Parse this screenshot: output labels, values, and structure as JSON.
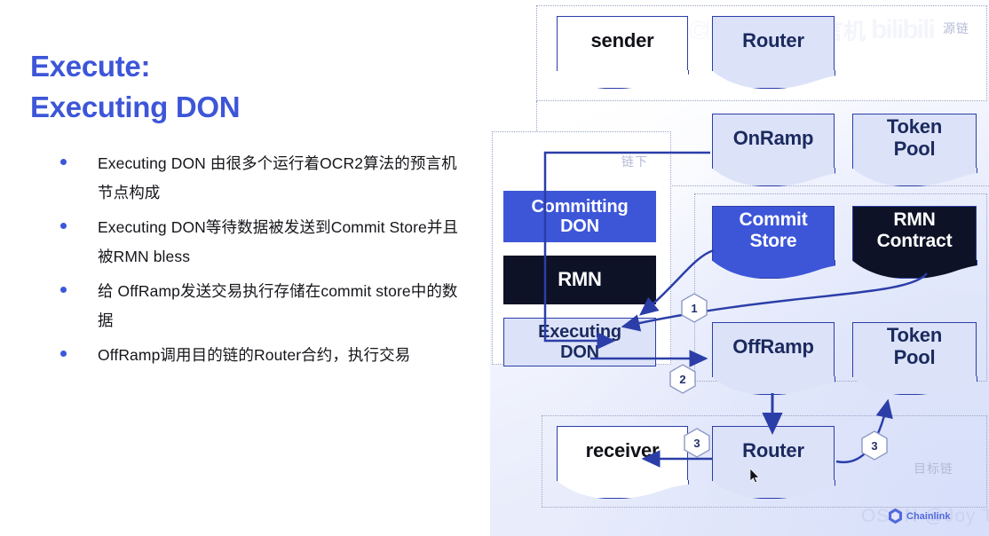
{
  "slide": {
    "title_line1": "Execute:",
    "title_line2": "Executing DON",
    "accent_color": "#3d56d8",
    "bullets": [
      "Executing DON 由很多个运行着OCR2算法的预言机节点构成",
      "Executing DON等待数据被发送到Commit Store并且被RMN bless",
      "给 OffRamp发送交易执行存储在commit store中的数据",
      "OffRamp调用目的链的Router合约，执行交易"
    ]
  },
  "diagram": {
    "regions": {
      "source_chain_label": "源链",
      "offchain_label": "链下",
      "dest_chain_label": "目标链"
    },
    "nodes": {
      "sender": "sender",
      "router_top": "Router",
      "onramp": "OnRamp",
      "token_pool_top": "Token\nPool",
      "committing_don": "Committing\nDON",
      "rmn": "RMN",
      "executing_don": "Executing\nDON",
      "commit_store": "Commit\nStore",
      "rmn_contract": "RMN\nContract",
      "offramp": "OffRamp",
      "token_pool_bottom": "Token\nPool",
      "receiver": "receiver",
      "router_bottom": "Router"
    },
    "node_labels": {
      "sender": "sender",
      "router_top": "Router",
      "onramp": "OnRamp",
      "token_pool_top_l1": "Token",
      "token_pool_top_l2": "Pool",
      "committing_don_l1": "Committing",
      "committing_don_l2": "DON",
      "rmn": "RMN",
      "executing_don_l1": "Executing",
      "executing_don_l2": "DON",
      "commit_store_l1": "Commit",
      "commit_store_l2": "Store",
      "rmn_contract_l1": "RMN",
      "rmn_contract_l2": "Contract",
      "offramp": "OffRamp",
      "token_pool_bottom_l1": "Token",
      "token_pool_bottom_l2": "Pool",
      "receiver": "receiver",
      "router_bottom": "Router"
    },
    "step_badges": [
      "1",
      "2",
      "3",
      "3"
    ],
    "colors": {
      "blue_fill": "#3d56d8",
      "light_fill": "#dce2f8",
      "dark_fill": "#0d1226",
      "stroke": "#2b3ea8",
      "region_dotted": "#9aa4c6",
      "panel_bg": "#e4e9fa"
    }
  },
  "watermarks": {
    "bilibili_text": "Chainlink",
    "bilibili_cn": "预言机",
    "bilibili_logo": "bilibili",
    "osdn": "OSDN @Joy T",
    "chainlink": "Chainlink"
  }
}
